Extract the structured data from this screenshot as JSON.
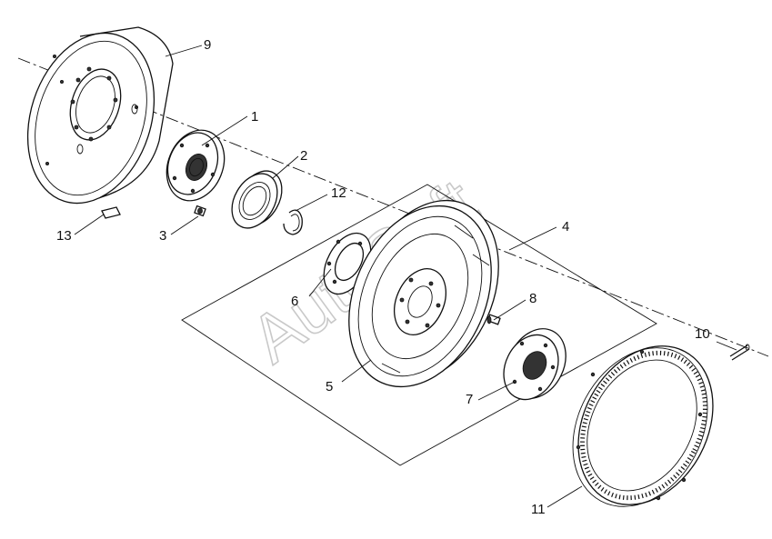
{
  "watermark": "AutoSoft",
  "callouts": [
    {
      "id": "c1",
      "text": "1"
    },
    {
      "id": "c2",
      "text": "2"
    },
    {
      "id": "c3",
      "text": "3"
    },
    {
      "id": "c4",
      "text": "4"
    },
    {
      "id": "c5",
      "text": "5"
    },
    {
      "id": "c6",
      "text": "6"
    },
    {
      "id": "c7",
      "text": "7"
    },
    {
      "id": "c8",
      "text": "8"
    },
    {
      "id": "c9",
      "text": "9"
    },
    {
      "id": "c10",
      "text": "10"
    },
    {
      "id": "c11",
      "text": "11"
    },
    {
      "id": "c12",
      "text": "12"
    },
    {
      "id": "c13",
      "text": "13"
    }
  ]
}
